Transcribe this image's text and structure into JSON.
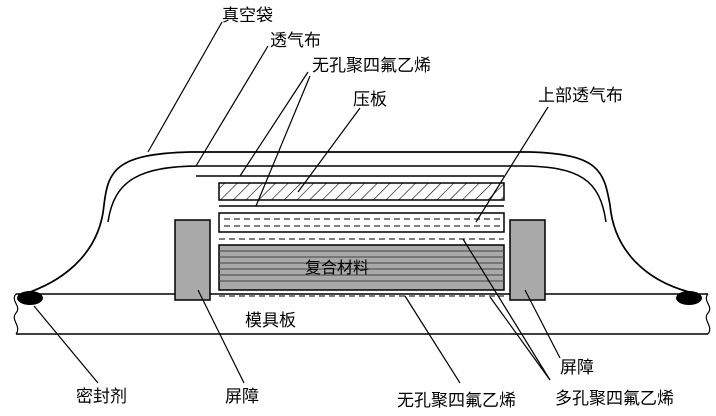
{
  "labels": {
    "vacuum_bag": "真空袋",
    "breather_cloth": "透气布",
    "nonporous_ptfe_top": "无孔聚四氟乙烯",
    "pressure_plate": "压板",
    "upper_breather_cloth": "上部透气布",
    "composite_material": "复合材料",
    "mold_plate": "模具板",
    "sealant": "密封剂",
    "barrier_left": "屏障",
    "barrier_right": "屏障",
    "nonporous_ptfe_bottom": "无孔聚四氟乙烯",
    "porous_ptfe": "多孔聚四氟乙烯"
  }
}
